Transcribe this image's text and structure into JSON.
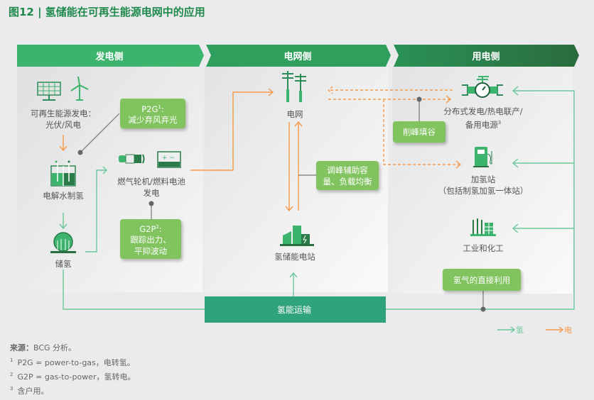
{
  "title": "图12 | 氢储能在可再生能源电网中的应用",
  "headers": {
    "gen": "发电侧",
    "grid": "电网侧",
    "use": "用电侧"
  },
  "gen": {
    "renewable": "可再生能源发电：",
    "renewable2": "光伏/风电",
    "electrolysis": "电解水制氢",
    "storage": "储氢",
    "turbine": "燃气轮机/燃料电池",
    "turbine2": "发电",
    "p2g_title": "P2G",
    "p2g_sup": "1",
    "p2g_text": "减少弃风弃光",
    "g2p_title": "G2P",
    "g2p_sup": "2",
    "g2p_text1": "跟踪出力、",
    "g2p_text2": "平抑波动"
  },
  "grid": {
    "grid": "电网",
    "station": "氢储能电站",
    "peak_box1": "调峰辅助容",
    "peak_box2": "量、负载均衡"
  },
  "use": {
    "dist1": "分布式发电/热电联产/",
    "dist2": "备用电源",
    "dist_sup": "3",
    "refuel1": "加氢站",
    "refuel2": "（包括制氢加氢一体站）",
    "industry": "工业和化工",
    "shave": "削峰填谷",
    "direct": "氢气的直接利用"
  },
  "transport": "氢能运输",
  "legend": {
    "h2": "氢",
    "elec": "电"
  },
  "colors": {
    "h2": "#6cc79a",
    "elec": "#f59a4a",
    "box": "#80c35f"
  },
  "footnotes": {
    "source_label": "来源：",
    "source": "BCG 分析。",
    "n1": "1",
    "f1": "P2G = power-to-gas，电转氢。",
    "n2": "2",
    "f2": "G2P = gas-to-power，氢转电。",
    "n3": "3",
    "f3": "含户用。"
  }
}
